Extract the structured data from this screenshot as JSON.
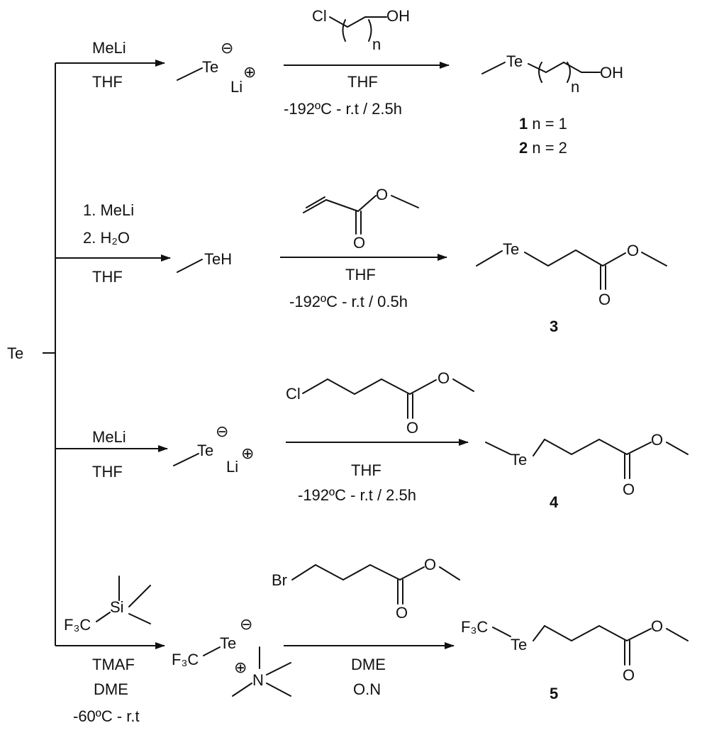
{
  "start": {
    "reagent": "Te"
  },
  "rows": [
    {
      "step1": {
        "reagents": [
          "MeLi"
        ],
        "solvent": "THF"
      },
      "intermediate": {
        "atom": "Te",
        "anion": "⊖",
        "counterion": "Li",
        "cation": "⊕"
      },
      "step2": {
        "reagent": {
          "cl": "Cl",
          "oh": "OH",
          "n": "n"
        },
        "solvent": "THF",
        "conditions": "-192ºC - r.t / 2.5h"
      },
      "product": {
        "te": "Te",
        "oh": "OH",
        "n": "n",
        "compounds": [
          {
            "num": "1",
            "text": " n = 1"
          },
          {
            "num": "2",
            "text": " n = 2"
          }
        ]
      }
    },
    {
      "step1": {
        "reagents": [
          "1. MeLi",
          "2. H₂O"
        ],
        "solvent": "THF"
      },
      "intermediate": {
        "atom": "TeH"
      },
      "step2": {
        "reagent": {
          "o1": "O",
          "o2": "O"
        },
        "solvent": "THF",
        "conditions": "-192ºC - r.t / 0.5h"
      },
      "product": {
        "te": "Te",
        "o1": "O",
        "o2": "O",
        "number": "3"
      }
    },
    {
      "step1": {
        "reagents": [
          "MeLi"
        ],
        "solvent": "THF"
      },
      "intermediate": {
        "atom": "Te",
        "anion": "⊖",
        "counterion": "Li",
        "cation": "⊕"
      },
      "step2": {
        "reagent": {
          "cl": "Cl",
          "o1": "O",
          "o2": "O"
        },
        "solvent": "THF",
        "conditions": "-192ºC - r.t / 2.5h"
      },
      "product": {
        "te": "Te",
        "o1": "O",
        "o2": "O",
        "number": "4"
      }
    },
    {
      "step1": {
        "reagent": {
          "si": "Si",
          "cf3": "F₃C"
        },
        "reagents": [
          "TMAF",
          "DME"
        ],
        "conditions": "-60ºC - r.t"
      },
      "intermediate": {
        "cf3": "F₃C",
        "atom": "Te",
        "anion": "⊖",
        "cation": "⊕",
        "counterion": "N"
      },
      "step2": {
        "reagent": {
          "br": "Br",
          "o1": "O",
          "o2": "O"
        },
        "solvent": "DME",
        "conditions": "O.N"
      },
      "product": {
        "cf3": "F₃C",
        "te": "Te",
        "o1": "O",
        "o2": "O",
        "number": "5"
      }
    }
  ]
}
